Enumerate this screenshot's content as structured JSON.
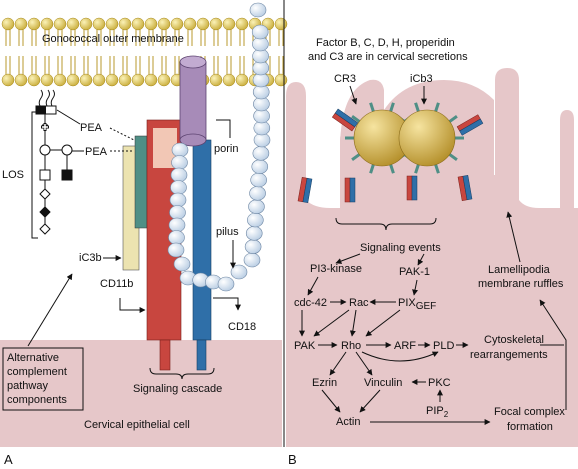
{
  "panel_a": {
    "letter": "A",
    "membrane_label": "Gonococcal outer membrane",
    "pea_1": "PEA",
    "pea_2": "PEA",
    "los_label": "LOS",
    "porin_label": "porin",
    "pilus_label": "pilus",
    "ic3b_label": "iC3b",
    "cd11b_label": "CD11b",
    "cd18_label": "CD18",
    "alt_pathway_line1": "Alternative",
    "alt_pathway_line2": "complement",
    "alt_pathway_line3": "pathway",
    "alt_pathway_line4": "components",
    "signaling_cascade": "Signaling cascade",
    "epithelial_cell": "Cervical epithelial cell"
  },
  "panel_b": {
    "letter": "B",
    "factor_line1": "Factor B, C, D, H, properidin",
    "factor_line2": "and C3 are in cervical secretions",
    "cr3_label": "CR3",
    "icb3_label": "iCb3",
    "signaling_events": "Signaling events",
    "pi3_kinase": "PI3-kinase",
    "pak1": "PAK-1",
    "cdc42": "cdc-42",
    "rac": "Rac",
    "pix": "PIX",
    "pix_sub": "GEF",
    "lamellipodia_line1": "Lamellipodia",
    "lamellipodia_line2": "membrane ruffles",
    "pak": "PAK",
    "rho": "Rho",
    "arf": "ARF",
    "pld": "PLD",
    "cyto_line1": "Cytoskeletal",
    "cyto_line2": "rearrangements",
    "ezrin": "Ezrin",
    "vinculin": "Vinculin",
    "pkc": "PKC",
    "pip": "PIP",
    "pip_sub": "2",
    "actin": "Actin",
    "focal_line1": "Focal complex",
    "focal_line2": "formation"
  },
  "colors": {
    "cell_pink": "#e6c7c9",
    "lipid_head": "#e8d36a",
    "receptor_red": "#c8463f",
    "receptor_blue": "#2f6fa8",
    "porin_purple": "#a78bb8",
    "pilus_bead": "#dfeaf6",
    "cd11b_cream": "#ece3b0",
    "teal": "#4f8f86",
    "gold_sphere": "#d2b048"
  }
}
